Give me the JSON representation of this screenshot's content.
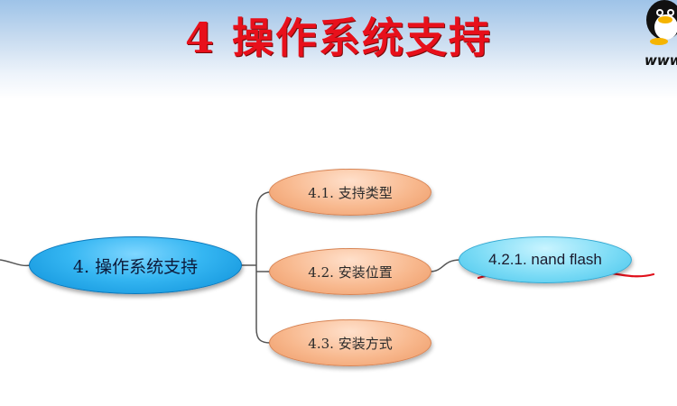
{
  "slide": {
    "title": "4 操作系统支持",
    "logo_text": "www"
  },
  "mindmap": {
    "root": "4. 操作系统支持",
    "branches": [
      {
        "label": "4.1. 支持类型"
      },
      {
        "label": "4.2. 安装位置"
      },
      {
        "label": "4.3. 安装方式"
      }
    ],
    "leaf": "4.2.1. nand flash"
  },
  "colors": {
    "title": "#e8101b",
    "root_fill": "#35b6f2",
    "branch_fill": "#f8b98f",
    "leaf_fill": "#7ddcf6",
    "connector": "#555555",
    "annotation": "#e0101b"
  }
}
